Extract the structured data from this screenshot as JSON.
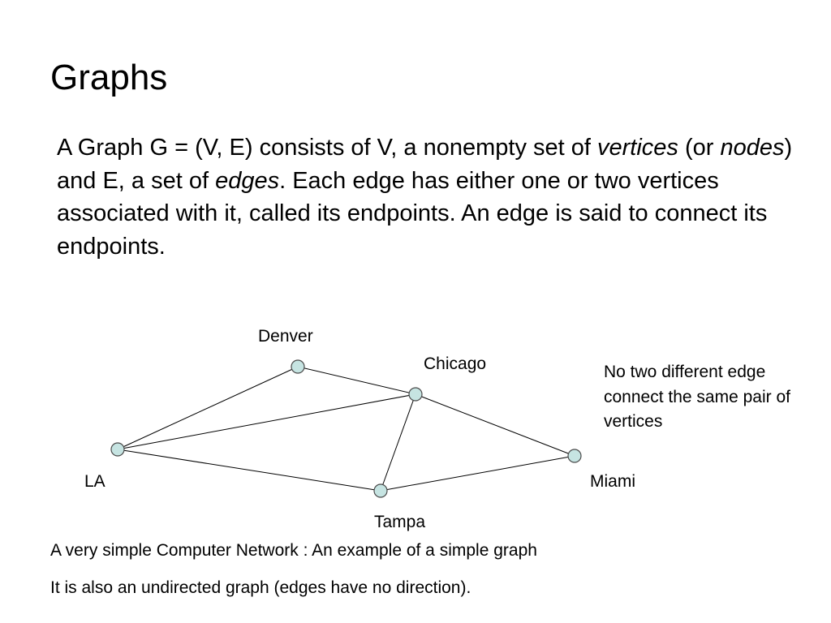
{
  "slide": {
    "title": "Graphs",
    "paragraph": {
      "p1": "A Graph G = (V, E) consists of V, a nonempty set of ",
      "em1": "vertices",
      "p2": " (or ",
      "em2": "nodes",
      "p3": ") and E, a set of ",
      "em3": "edges",
      "p4": ".  Each edge has either one or two vertices associated with it, called its endpoints.  An edge is said to connect its endpoints."
    },
    "side_note": "No two different edge connect the same pair of vertices",
    "caption_1": "A very simple Computer Network :  An example of a simple graph",
    "caption_2": "It is also an undirected graph (edges have no direction)."
  },
  "graph": {
    "node_color": "#c6e4e2",
    "nodes": [
      {
        "id": "denver",
        "label": "Denver"
      },
      {
        "id": "chicago",
        "label": "Chicago"
      },
      {
        "id": "la",
        "label": "LA"
      },
      {
        "id": "miami",
        "label": "Miami"
      },
      {
        "id": "tampa",
        "label": "Tampa"
      }
    ],
    "edges": [
      [
        "denver",
        "la"
      ],
      [
        "denver",
        "chicago"
      ],
      [
        "chicago",
        "la"
      ],
      [
        "chicago",
        "tampa"
      ],
      [
        "chicago",
        "miami"
      ],
      [
        "la",
        "tampa"
      ],
      [
        "tampa",
        "miami"
      ]
    ]
  }
}
